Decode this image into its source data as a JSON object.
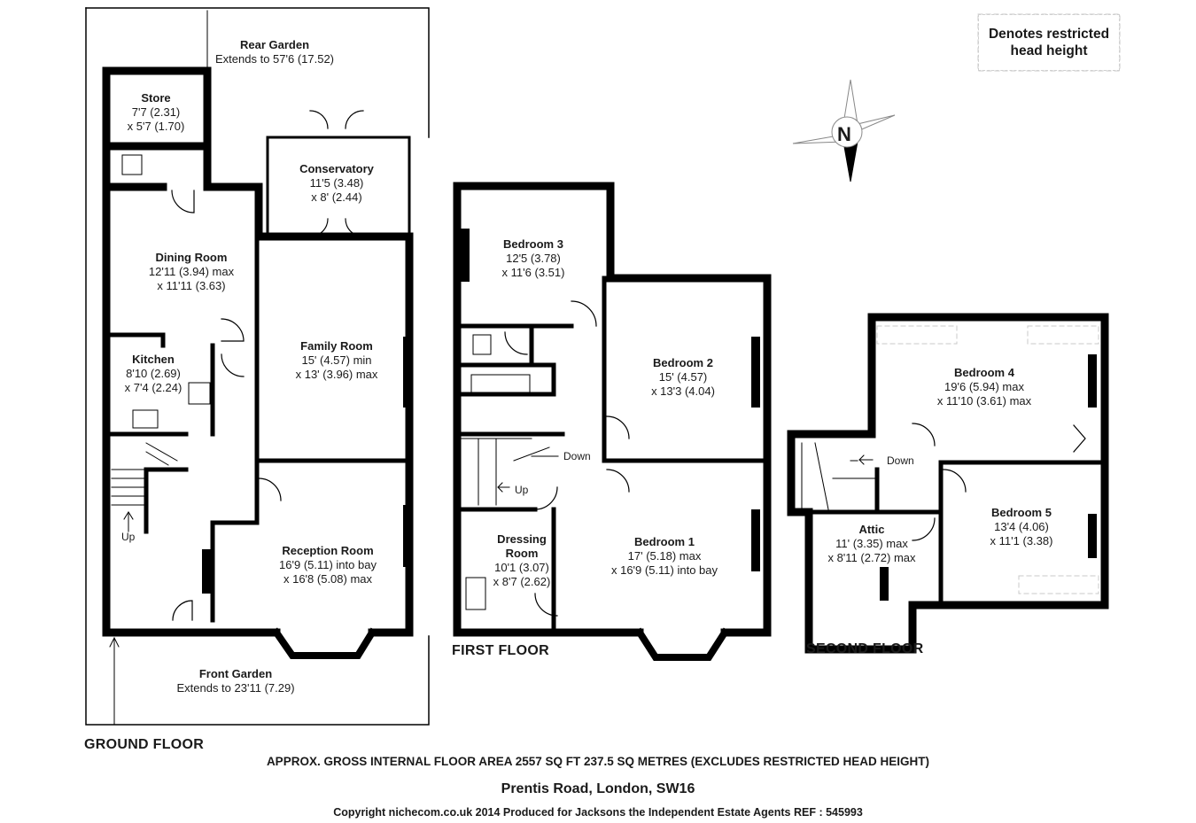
{
  "legend": {
    "line1": "Denotes restricted",
    "line2": "head height"
  },
  "compass": {
    "label": "N"
  },
  "ground_floor": {
    "title": "GROUND FLOOR",
    "rear_garden": {
      "name": "Rear Garden",
      "dim": "Extends to 57'6 (17.52)"
    },
    "store": {
      "name": "Store",
      "dim1": "7'7 (2.31)",
      "dim2": "x 5'7 (1.70)"
    },
    "conservatory": {
      "name": "Conservatory",
      "dim1": "11'5 (3.48)",
      "dim2": "x 8' (2.44)"
    },
    "dining": {
      "name": "Dining Room",
      "dim1": "12'11 (3.94) max",
      "dim2": "x 11'11 (3.63)"
    },
    "family": {
      "name": "Family Room",
      "dim1": "15' (4.57) min",
      "dim2": "x 13' (3.96) max"
    },
    "kitchen": {
      "name": "Kitchen",
      "dim1": "8'10 (2.69)",
      "dim2": "x 7'4 (2.24)"
    },
    "reception": {
      "name": "Reception Room",
      "dim1": "16'9 (5.11) into bay",
      "dim2": "x 16'8 (5.08) max"
    },
    "front_garden": {
      "name": "Front Garden",
      "dim": "Extends to 23'11 (7.29)"
    },
    "up": "Up"
  },
  "first_floor": {
    "title": "FIRST FLOOR",
    "bed3": {
      "name": "Bedroom 3",
      "dim1": "12'5 (3.78)",
      "dim2": "x 11'6 (3.51)"
    },
    "bed2": {
      "name": "Bedroom 2",
      "dim1": "15' (4.57)",
      "dim2": "x 13'3 (4.04)"
    },
    "bed1": {
      "name": "Bedroom 1",
      "dim1": "17' (5.18) max",
      "dim2": "x 16'9 (5.11) into bay"
    },
    "dressing": {
      "name1": "Dressing",
      "name2": "Room",
      "dim1": "10'1 (3.07)",
      "dim2": "x 8'7 (2.62)"
    },
    "down": "Down",
    "up": "Up"
  },
  "second_floor": {
    "title": "SECOND FLOOR",
    "bed4": {
      "name": "Bedroom 4",
      "dim1": "19'6 (5.94) max",
      "dim2": "x 11'10 (3.61) max"
    },
    "bed5": {
      "name": "Bedroom 5",
      "dim1": "13'4 (4.06)",
      "dim2": "x 11'1 (3.38)"
    },
    "attic": {
      "name": "Attic",
      "dim1": "11' (3.35) max",
      "dim2": "x 8'11 (2.72) max"
    },
    "down": "Down"
  },
  "footer": {
    "area": "APPROX. GROSS INTERNAL FLOOR AREA 2557 SQ FT 237.5 SQ METRES (EXCLUDES RESTRICTED HEAD HEIGHT)",
    "address": "Prentis Road, London, SW16",
    "copyright": "Copyright nichecom.co.uk 2014     Produced for Jacksons the Independent Estate Agents     REF : 545993"
  }
}
